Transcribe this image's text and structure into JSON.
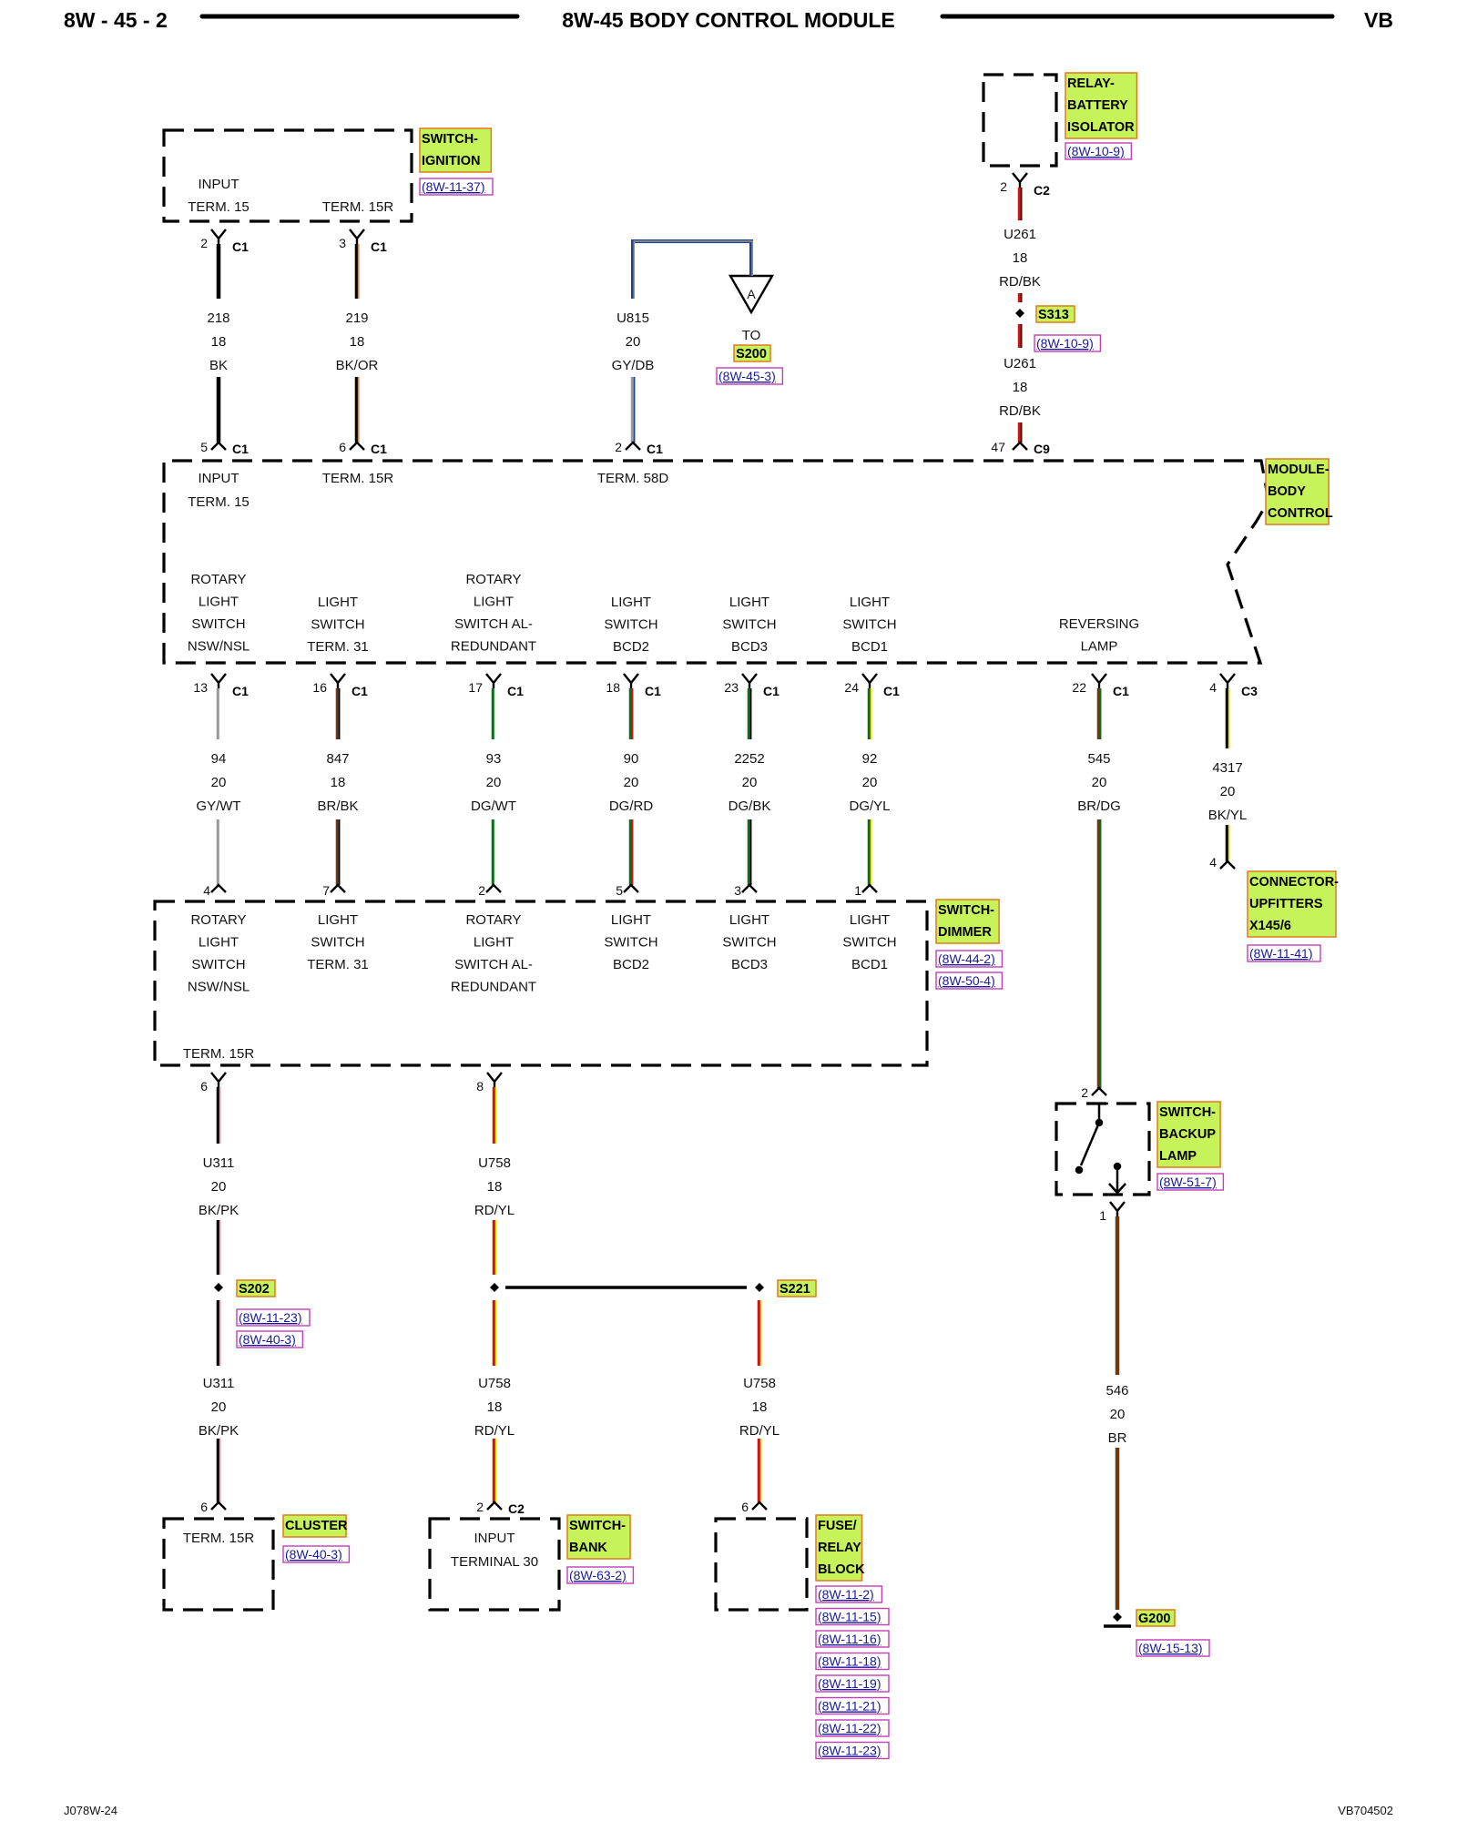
{
  "header": {
    "page_ref": "8W - 45 - 2",
    "title": "8W-45 BODY CONTROL MODULE",
    "vehicle": "VB"
  },
  "footer": {
    "left_code": "J078W-24",
    "right_code": "VB704502"
  },
  "colors": {
    "component_label_bg": "#c6f25a",
    "component_label_border": "#e07a1f",
    "ref_link_text": "#1a1a9c",
    "ref_link_border": "#c23fb8",
    "wire": {
      "BK": "#000000",
      "OR": "#e67e22",
      "GY": "#9a9a9a",
      "DB": "#1f3f8f",
      "RD": "#cc1515",
      "DG": "#0f6e1c",
      "WT": "#ffffff",
      "BR": "#6b3a12",
      "YL": "#f2e600",
      "PK": "#e8a0b8"
    }
  },
  "components": {
    "switch_ignition": {
      "label": [
        "SWITCH-",
        "IGNITION"
      ],
      "refs": [
        "(8W-11-37)"
      ],
      "pins": [
        "INPUT",
        "TERM. 15",
        "TERM. 15R"
      ]
    },
    "relay_battery_isolator": {
      "label": [
        "RELAY-",
        "BATTERY",
        "ISOLATOR"
      ],
      "refs": [
        "(8W-10-9)"
      ]
    },
    "module_body_control": {
      "label": [
        "MODULE-",
        "BODY",
        "CONTROL"
      ],
      "top_pins": [
        [
          "INPUT",
          "TERM. 15"
        ],
        [
          "TERM. 15R"
        ],
        [
          "TERM. 58D"
        ]
      ],
      "bottom_pins": [
        [
          "ROTARY",
          "LIGHT",
          "SWITCH",
          "NSW/NSL"
        ],
        [
          "LIGHT",
          "SWITCH",
          "TERM. 31"
        ],
        [
          "ROTARY",
          "LIGHT",
          "SWITCH AL-",
          "REDUNDANT"
        ],
        [
          "LIGHT",
          "SWITCH",
          "BCD2"
        ],
        [
          "LIGHT",
          "SWITCH",
          "BCD3"
        ],
        [
          "LIGHT",
          "SWITCH",
          "BCD1"
        ],
        [
          "REVERSING",
          "LAMP"
        ]
      ]
    },
    "switch_dimmer": {
      "label": [
        "SWITCH-",
        "DIMMER"
      ],
      "refs": [
        "(8W-44-2)",
        "(8W-50-4)"
      ],
      "pins": [
        [
          "ROTARY",
          "LIGHT",
          "SWITCH",
          "NSW/NSL"
        ],
        [
          "LIGHT",
          "SWITCH",
          "TERM. 31"
        ],
        [
          "ROTARY",
          "LIGHT",
          "SWITCH AL-",
          "REDUNDANT"
        ],
        [
          "LIGHT",
          "SWITCH",
          "BCD2"
        ],
        [
          "LIGHT",
          "SWITCH",
          "BCD3"
        ],
        [
          "LIGHT",
          "SWITCH",
          "BCD1"
        ]
      ],
      "bottom_pin": "TERM. 15R"
    },
    "connector_upfitters": {
      "label": [
        "CONNECTOR-",
        "UPFITTERS",
        "X145/6"
      ],
      "refs": [
        "(8W-11-41)"
      ]
    },
    "switch_backup_lamp": {
      "label": [
        "SWITCH-",
        "BACKUP",
        "LAMP"
      ],
      "refs": [
        "(8W-51-7)"
      ]
    },
    "cluster": {
      "label": [
        "CLUSTER"
      ],
      "refs": [
        "(8W-40-3)"
      ],
      "pins": [
        "TERM. 15R"
      ]
    },
    "switch_bank": {
      "label": [
        "SWITCH-",
        "BANK"
      ],
      "refs": [
        "(8W-63-2)"
      ],
      "pins": [
        "INPUT",
        "TERMINAL 30"
      ]
    },
    "fuse_relay_block": {
      "label": [
        "FUSE/",
        "RELAY",
        "BLOCK"
      ],
      "refs": [
        "(8W-11-2)",
        "(8W-11-15)",
        "(8W-11-16)",
        "(8W-11-18)",
        "(8W-11-19)",
        "(8W-11-21)",
        "(8W-11-22)",
        "(8W-11-23)"
      ]
    }
  },
  "splices": {
    "s313": {
      "label": "S313",
      "refs": [
        "(8W-10-9)"
      ]
    },
    "s202": {
      "label": "S202",
      "refs": [
        "(8W-11-23)",
        "(8W-40-3)"
      ]
    },
    "s221": {
      "label": "S221"
    },
    "s200": {
      "to": "TO",
      "label": "S200",
      "refs": [
        "(8W-45-3)"
      ],
      "marker": "A"
    },
    "g200": {
      "label": "G200",
      "refs": [
        "(8W-15-13)"
      ]
    }
  },
  "wires": {
    "w218": {
      "circuit": "218",
      "gauge": "18",
      "color": "BK",
      "from_pin": "2",
      "from_conn": "C1",
      "to_pin": "5",
      "to_conn": "C1"
    },
    "w219": {
      "circuit": "219",
      "gauge": "18",
      "color": "BK/OR",
      "from_pin": "3",
      "from_conn": "C1",
      "to_pin": "6",
      "to_conn": "C1"
    },
    "wU815": {
      "circuit": "U815",
      "gauge": "20",
      "color": "GY/DB",
      "to_pin": "2",
      "to_conn": "C1"
    },
    "wU261a": {
      "circuit": "U261",
      "gauge": "18",
      "color": "RD/BK",
      "from_pin": "2",
      "from_conn": "C2"
    },
    "wU261b": {
      "circuit": "U261",
      "gauge": "18",
      "color": "RD/BK",
      "to_pin": "47",
      "to_conn": "C9"
    },
    "w94": {
      "circuit": "94",
      "gauge": "20",
      "color": "GY/WT",
      "from_pin": "13",
      "from_conn": "C1",
      "to_pin": "4"
    },
    "w847": {
      "circuit": "847",
      "gauge": "18",
      "color": "BR/BK",
      "from_pin": "16",
      "from_conn": "C1",
      "to_pin": "7"
    },
    "w93": {
      "circuit": "93",
      "gauge": "20",
      "color": "DG/WT",
      "from_pin": "17",
      "from_conn": "C1",
      "to_pin": "2"
    },
    "w90": {
      "circuit": "90",
      "gauge": "20",
      "color": "DG/RD",
      "from_pin": "18",
      "from_conn": "C1",
      "to_pin": "5"
    },
    "w2252": {
      "circuit": "2252",
      "gauge": "20",
      "color": "DG/BK",
      "from_pin": "23",
      "from_conn": "C1",
      "to_pin": "3"
    },
    "w92": {
      "circuit": "92",
      "gauge": "20",
      "color": "DG/YL",
      "from_pin": "24",
      "from_conn": "C1",
      "to_pin": "1"
    },
    "w545": {
      "circuit": "545",
      "gauge": "20",
      "color": "BR/DG",
      "from_pin": "22",
      "from_conn": "C1",
      "to_pin": "2"
    },
    "w4317": {
      "circuit": "4317",
      "gauge": "20",
      "color": "BK/YL",
      "from_pin": "4",
      "from_conn": "C3",
      "to_pin": "4"
    },
    "wU311a": {
      "circuit": "U311",
      "gauge": "20",
      "color": "BK/PK",
      "from_pin": "6"
    },
    "wU311b": {
      "circuit": "U311",
      "gauge": "20",
      "color": "BK/PK",
      "to_pin": "6"
    },
    "wU758a": {
      "circuit": "U758",
      "gauge": "18",
      "color": "RD/YL",
      "from_pin": "8"
    },
    "wU758b": {
      "circuit": "U758",
      "gauge": "18",
      "color": "RD/YL",
      "to_pin": "2",
      "to_conn": "C2"
    },
    "wU758c": {
      "circuit": "U758",
      "gauge": "18",
      "color": "RD/YL",
      "to_pin": "6"
    },
    "w546": {
      "circuit": "546",
      "gauge": "20",
      "color": "BR",
      "from_pin": "1"
    }
  }
}
